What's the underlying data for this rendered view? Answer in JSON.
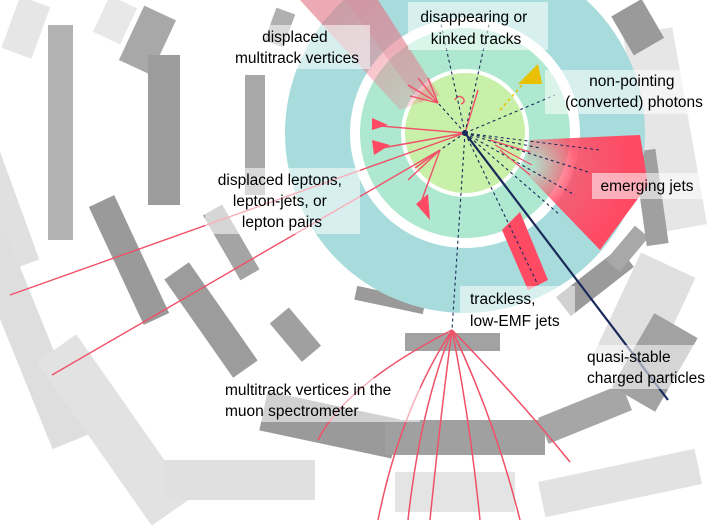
{
  "labels": {
    "displaced_vertices": [
      "displaced",
      "multitrack vertices"
    ],
    "disappearing_tracks": [
      "disappearing or",
      "kinked tracks"
    ],
    "non_pointing_photons": [
      "non-pointing",
      "(converted) photons"
    ],
    "displaced_leptons": [
      "displaced leptons,",
      "lepton-jets, or",
      "lepton pairs"
    ],
    "emerging_jets": [
      "emerging jets"
    ],
    "trackless_jets": [
      "trackless,",
      "low-EMF jets"
    ],
    "quasi_stable": [
      "quasi-stable",
      "charged particles"
    ],
    "muon_vertices": [
      "multitrack vertices in the",
      "muon spectrometer"
    ]
  },
  "colors": {
    "calorimeter": "#a8dcdc",
    "tracker_inner": "#c8f0a8",
    "tracker_outer": "#aee8d0",
    "track": "#f05068",
    "neutral_track": "#1a2a5a",
    "photon": "#e8c000",
    "jet": "#ff4a64",
    "muon_chamber_dark": "#9a9a9a",
    "muon_chamber_light": "#dddddd"
  }
}
